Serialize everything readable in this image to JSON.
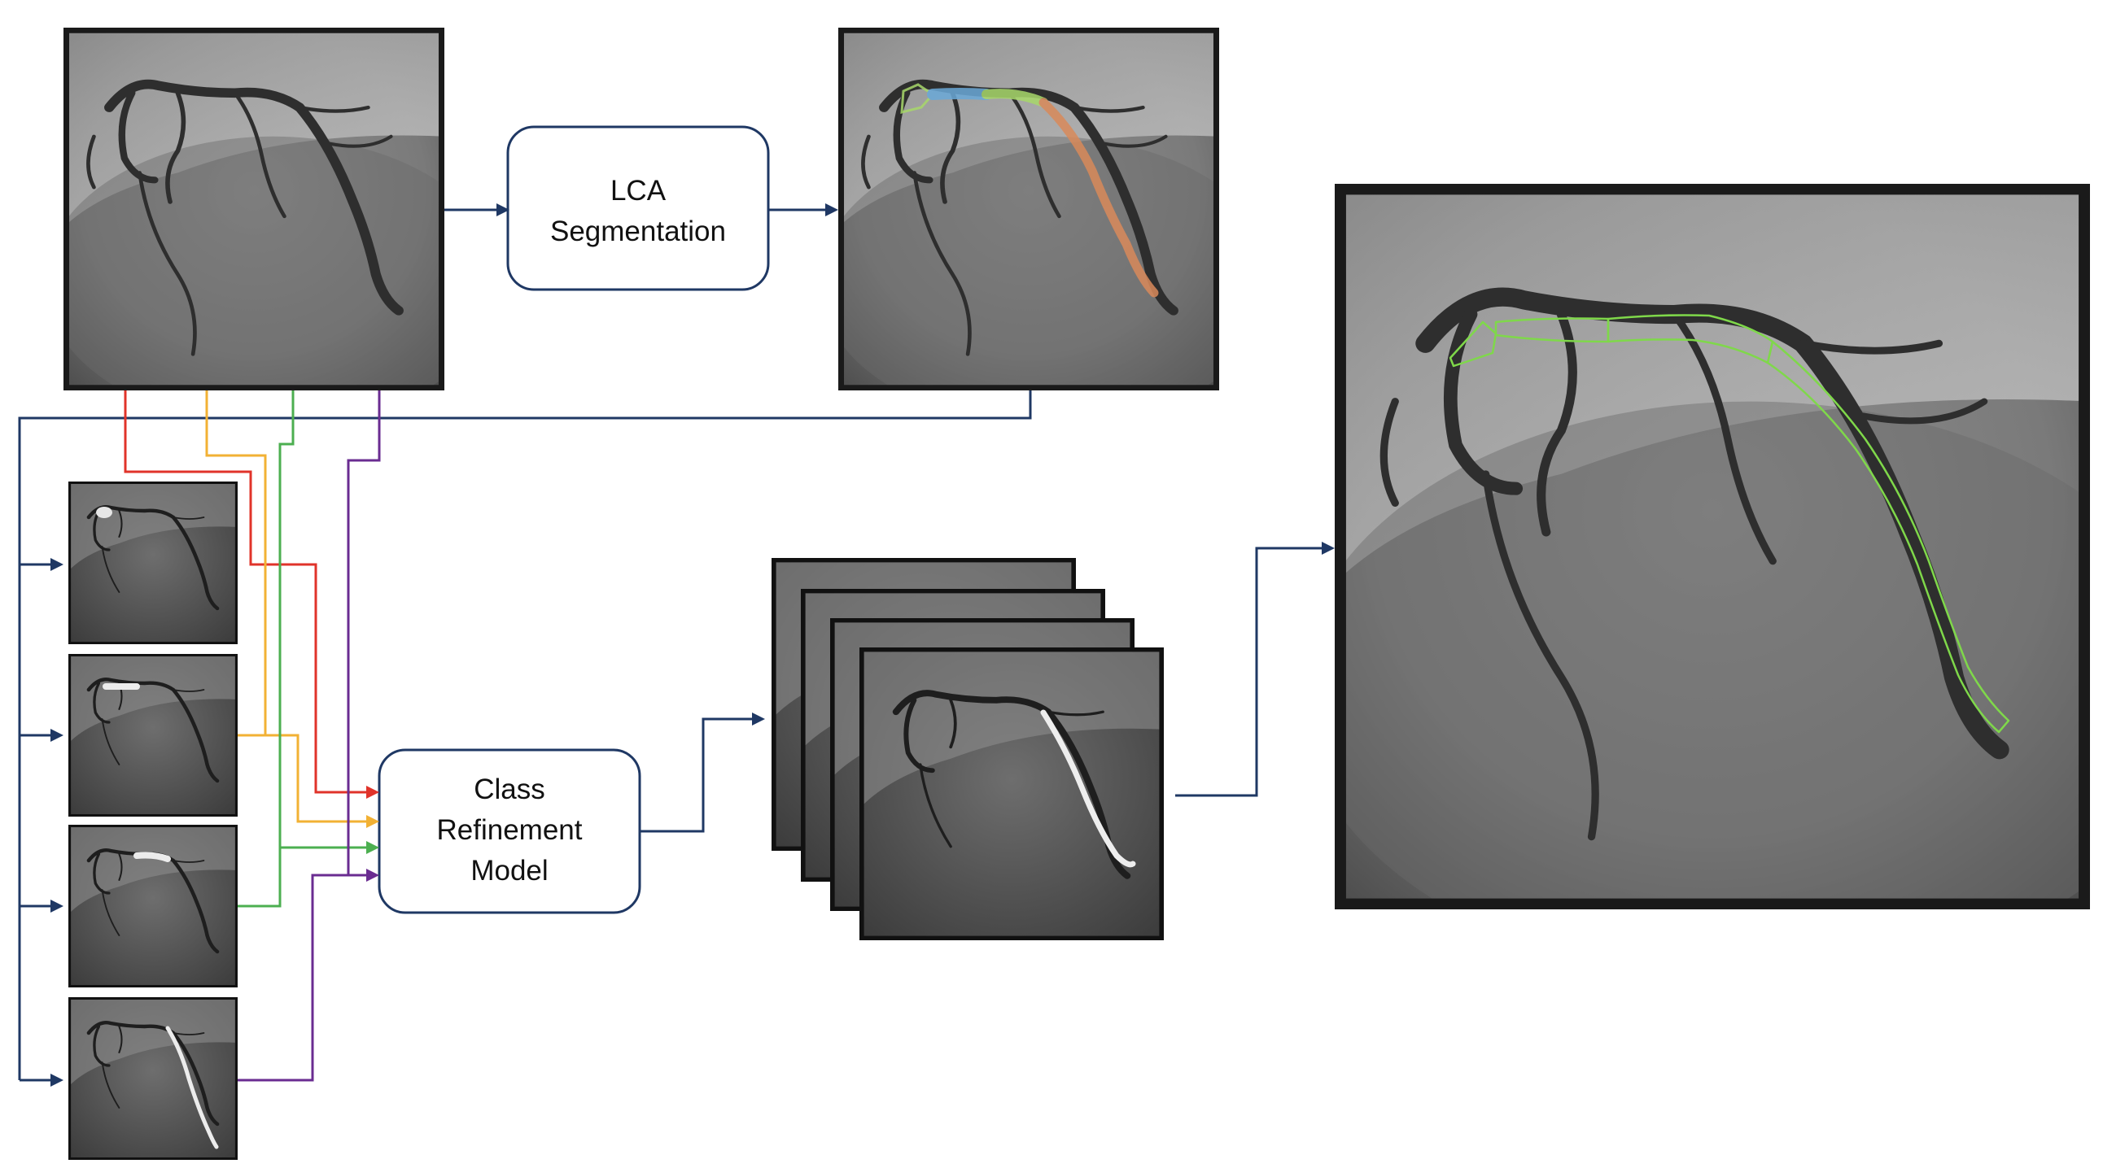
{
  "boxes": {
    "segmentation": {
      "lines": [
        "LCA",
        "Segmentation"
      ]
    },
    "refinement": {
      "lines": [
        "Class",
        "Refinement",
        "Model"
      ]
    }
  },
  "images": {
    "input_angiogram": {
      "kind": "angiogram",
      "icon": "angiogram-image"
    },
    "segmented_angiogram": {
      "kind": "angiogram-with-colored-segments",
      "icon": "angiogram-image"
    },
    "class_masks": [
      {
        "kind": "mask-1",
        "icon": "angiogram-mask-image"
      },
      {
        "kind": "mask-2",
        "icon": "angiogram-mask-image"
      },
      {
        "kind": "mask-3",
        "icon": "angiogram-mask-image"
      },
      {
        "kind": "mask-4",
        "icon": "angiogram-mask-image"
      }
    ],
    "refined_stack": {
      "kind": "stack-of-refined-masks",
      "icon": "image-stack"
    },
    "final_output": {
      "kind": "angiogram-with-outlined-segments",
      "icon": "angiogram-image"
    }
  },
  "colors": {
    "arrow": "#1f3864",
    "red": "#e0332a",
    "yellow": "#f2b134",
    "green": "#4caf50",
    "purple": "#6a2c91",
    "box_border": "#1f3864",
    "segment_blue": "#6aa9d8",
    "segment_green": "#a8d86a",
    "segment_orange": "#d98a5a",
    "outline_green": "#7fd84a"
  }
}
